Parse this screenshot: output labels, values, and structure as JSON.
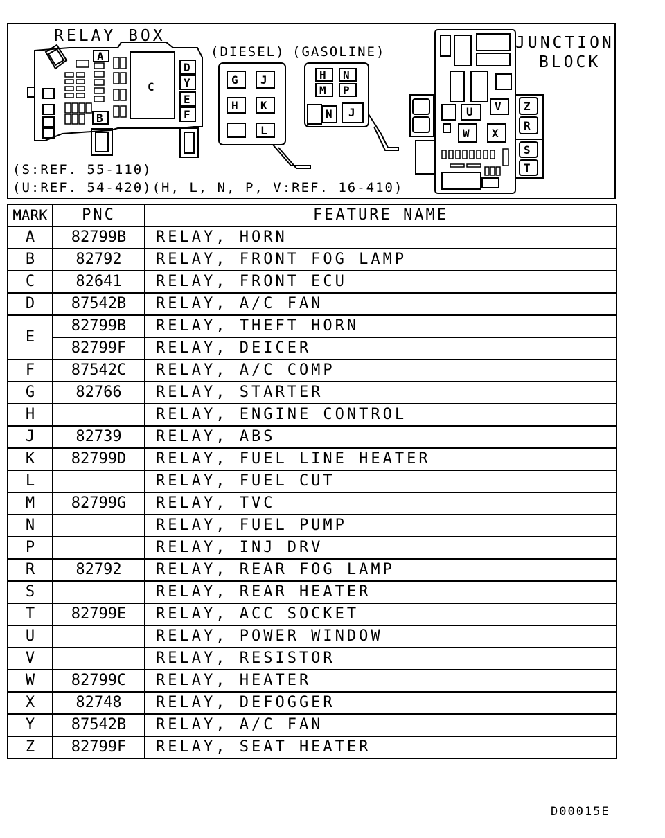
{
  "diagram": {
    "relay_box_title": "RELAY BOX",
    "diesel_label": "(DIESEL)",
    "gasoline_label": "(GASOLINE)",
    "junction_title_1": "JUNCTION",
    "junction_title_2": "BLOCK",
    "ref_s": "(S:REF. 55-110)",
    "ref_u": "(U:REF. 54-420)(H, L, N, P, V:REF. 16-410)",
    "marks": {
      "A": "A",
      "B": "B",
      "C": "C",
      "D": "D",
      "E": "E",
      "F": "F",
      "G": "G",
      "H": "H",
      "J": "J",
      "K": "K",
      "L": "L",
      "M": "M",
      "N": "N",
      "P": "P",
      "R": "R",
      "S": "S",
      "T": "T",
      "U": "U",
      "V": "V",
      "W": "W",
      "X": "X",
      "Y": "Y",
      "Z": "Z"
    }
  },
  "table": {
    "headers": {
      "mark": "MARK",
      "pnc": "PNC",
      "feature": "FEATURE NAME"
    },
    "rows": [
      {
        "mark": "A",
        "pnc": "82799B",
        "feature": "RELAY, HORN"
      },
      {
        "mark": "B",
        "pnc": "82792",
        "feature": "RELAY, FRONT FOG LAMP"
      },
      {
        "mark": "C",
        "pnc": "82641",
        "feature": "RELAY, FRONT ECU"
      },
      {
        "mark": "D",
        "pnc": "87542B",
        "feature": "RELAY, A/C FAN"
      },
      {
        "mark": "E",
        "pnc": "82799B",
        "feature": "RELAY, THEFT HORN"
      },
      {
        "mark": "",
        "pnc": "82799F",
        "feature": "RELAY, DEICER"
      },
      {
        "mark": "F",
        "pnc": "87542C",
        "feature": "RELAY, A/C COMP"
      },
      {
        "mark": "G",
        "pnc": "82766",
        "feature": "RELAY, STARTER"
      },
      {
        "mark": "H",
        "pnc": "",
        "feature": "RELAY, ENGINE CONTROL"
      },
      {
        "mark": "J",
        "pnc": "82739",
        "feature": "RELAY, ABS"
      },
      {
        "mark": "K",
        "pnc": "82799D",
        "feature": "RELAY, FUEL LINE HEATER"
      },
      {
        "mark": "L",
        "pnc": "",
        "feature": "RELAY, FUEL CUT"
      },
      {
        "mark": "M",
        "pnc": "82799G",
        "feature": "RELAY, TVC"
      },
      {
        "mark": "N",
        "pnc": "",
        "feature": "RELAY, FUEL PUMP"
      },
      {
        "mark": "P",
        "pnc": "",
        "feature": "RELAY, INJ DRV"
      },
      {
        "mark": "R",
        "pnc": "82792",
        "feature": "RELAY, REAR FOG LAMP"
      },
      {
        "mark": "S",
        "pnc": "",
        "feature": "RELAY, REAR HEATER"
      },
      {
        "mark": "T",
        "pnc": "82799E",
        "feature": "RELAY, ACC SOCKET"
      },
      {
        "mark": "U",
        "pnc": "",
        "feature": "RELAY, POWER WINDOW"
      },
      {
        "mark": "V",
        "pnc": "",
        "feature": "RELAY, RESISTOR"
      },
      {
        "mark": "W",
        "pnc": "82799C",
        "feature": "RELAY, HEATER"
      },
      {
        "mark": "X",
        "pnc": "82748",
        "feature": "RELAY, DEFOGGER"
      },
      {
        "mark": "Y",
        "pnc": "87542B",
        "feature": "RELAY, A/C FAN"
      },
      {
        "mark": "Z",
        "pnc": "82799F",
        "feature": "RELAY, SEAT HEATER"
      }
    ]
  },
  "footer": {
    "doc_code": "D00015E"
  }
}
